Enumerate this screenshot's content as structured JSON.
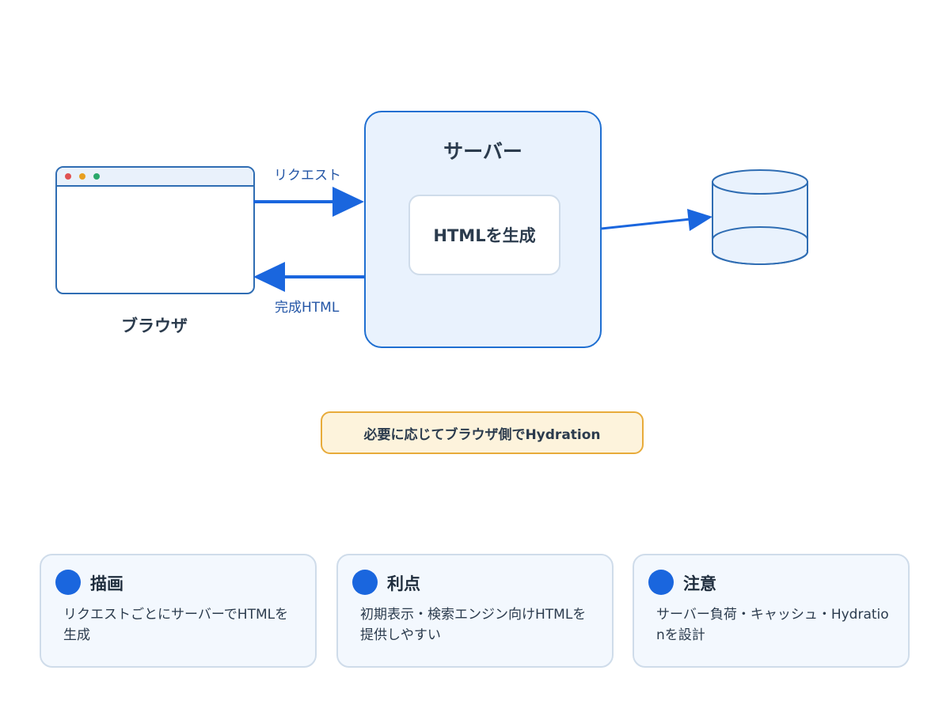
{
  "diagram": {
    "browser": {
      "label": "ブラウザ"
    },
    "server": {
      "title": "サーバー",
      "process": "HTMLを生成"
    },
    "arrows": {
      "request": "リクエスト",
      "response": "完成HTML"
    },
    "note": "必要に応じてブラウザ側でHydration"
  },
  "cards": [
    {
      "icon": "circle-icon",
      "title": "描画",
      "text": "リクエストごとにサーバーでHTMLを生成"
    },
    {
      "icon": "circle-icon",
      "title": "利点",
      "text": "初期表示・検索エンジン向けHTMLを提供しやすい"
    },
    {
      "icon": "circle-icon",
      "title": "注意",
      "text": "サーバー負荷・キャッシュ・Hydrationを設計"
    }
  ],
  "colors": {
    "accent": "#1a66de",
    "browser_border": "#2f6db3",
    "server_fill": "#e9f2fd",
    "note_fill": "#fdf3dc",
    "note_border": "#e8ab3a",
    "card_fill": "#f3f8fe"
  }
}
